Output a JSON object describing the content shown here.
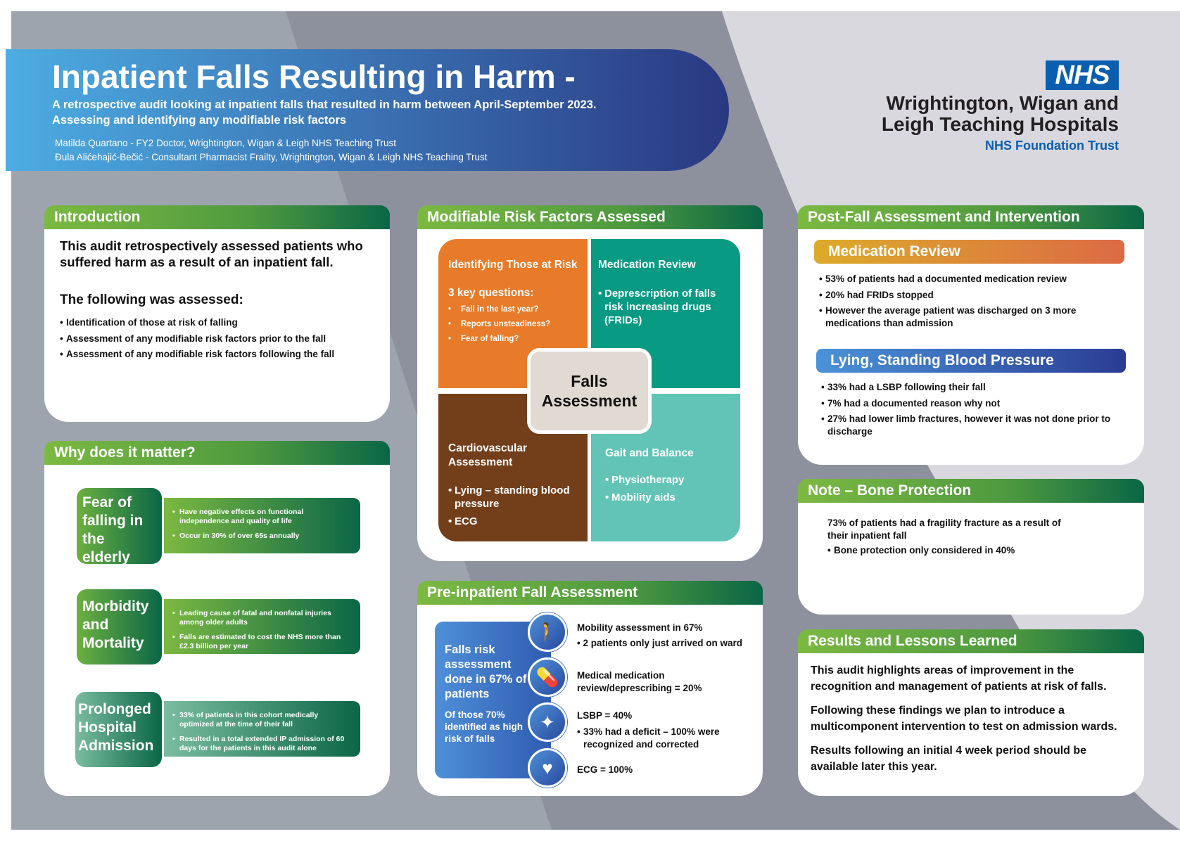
{
  "header": {
    "title": "Inpatient Falls Resulting in Harm -",
    "subtitle_lines": [
      "A retrospective audit looking at inpatient falls that resulted in harm between April-September 2023.",
      "Assessing and identifying any modifiable risk factors"
    ],
    "authors": [
      "Matilda Quartano - FY2 Doctor, Wrightington, Wigan & Leigh NHS Teaching Trust",
      "Đula Alićehajić-Bečić - Consultant Pharmacist Frailty, Wrightington, Wigan & Leigh NHS Teaching Trust"
    ]
  },
  "logo": {
    "nhs": "NHS",
    "trust_lines": [
      "Wrightington, Wigan and",
      "Leigh Teaching Hospitals"
    ],
    "foundation": "NHS Foundation Trust"
  },
  "intro": {
    "title": "Introduction",
    "lead": "This audit retrospectively assessed patients who suffered harm as a result of an inpatient fall.",
    "assessed_heading": "The following was assessed:",
    "items": [
      "Identification of those at risk of falling",
      "Assessment of any modifiable risk factors prior to the fall",
      "Assessment of any modifiable risk factors following the fall"
    ]
  },
  "why": {
    "title": "Why does it matter?",
    "cards": [
      {
        "label": "Fear of falling in the elderly",
        "points": [
          "Have negative effects on functional independence and quality of life",
          "Occur in 30% of over 65s annually"
        ]
      },
      {
        "label": "Morbidity and Mortality",
        "points": [
          "Leading cause of fatal and nonfatal injuries among older adults",
          "Falls are estimated to cost the NHS more than £2.3 billion per year"
        ]
      },
      {
        "label": "Prolonged Hospital Admission",
        "points": [
          "33% of patients in this cohort medically optimized at the time of their fall",
          "Resulted in a total extended IP admission of 60 days for the patients in this audit alone"
        ]
      }
    ]
  },
  "risk": {
    "title": "Modifiable Risk Factors Assessed",
    "center": "Falls Assessment",
    "identify": {
      "title": "Identifying Those at Risk",
      "sub": "3 key questions:",
      "items": [
        "Fall in the last year?",
        "Reports unsteadiness?",
        "Fear of falling?"
      ]
    },
    "medication": {
      "title": "Medication Review",
      "items": [
        "Deprescription of falls risk increasing drugs (FRIDs)"
      ]
    },
    "cardio": {
      "title": "Cardiovascular Assessment",
      "items": [
        "Lying – standing blood pressure",
        "ECG"
      ]
    },
    "gait": {
      "title": "Gait and Balance",
      "items": [
        "Physiotherapy",
        "Mobility aids"
      ]
    }
  },
  "pre": {
    "title": "Pre-inpatient Fall Assessment",
    "box_main": "Falls risk assessment done in 67% of patients",
    "box_sub": "Of those 70% identified as high risk of falls",
    "rows": [
      {
        "icon": "walking-person",
        "head": "Mobility assessment in 67%",
        "bullet": "2 patients only just arrived on ward"
      },
      {
        "icon": "medicine-bottle",
        "head": "Medical medication review/deprescribing = 20%",
        "bullet": ""
      },
      {
        "icon": "dizziness-stars",
        "head": "LSBP = 40%",
        "bullet": "33% had a deficit – 100% were recognized and corrected"
      },
      {
        "icon": "heart",
        "head": "ECG = 100%",
        "bullet": ""
      }
    ]
  },
  "post": {
    "title": "Post-Fall Assessment and Intervention",
    "med_title": "Medication Review",
    "med_items": [
      "53% of patients had a documented medication review",
      "20% had FRIDs stopped",
      "However the average patient was discharged on 3 more medications than admission"
    ],
    "lsbp_title": "Lying, Standing Blood Pressure",
    "lsbp_items": [
      "33% had a LSBP following their fall",
      "7% had a documented reason why not",
      "27% had lower limb fractures, however it was not done prior to discharge"
    ]
  },
  "bone": {
    "title": "Note – Bone Protection",
    "text": "73% of patients had a fragility fracture as a result of their inpatient fall",
    "items": [
      "Bone protection only considered in 40%"
    ]
  },
  "results": {
    "title": "Results and Lessons Learned",
    "paras": [
      "This audit highlights areas of improvement in the recognition and management of patients at risk of falls.",
      "Following these findings we plan to introduce a multicomponent intervention to test on admission wards.",
      "Results following an initial 4 week period should be available later this year."
    ]
  }
}
